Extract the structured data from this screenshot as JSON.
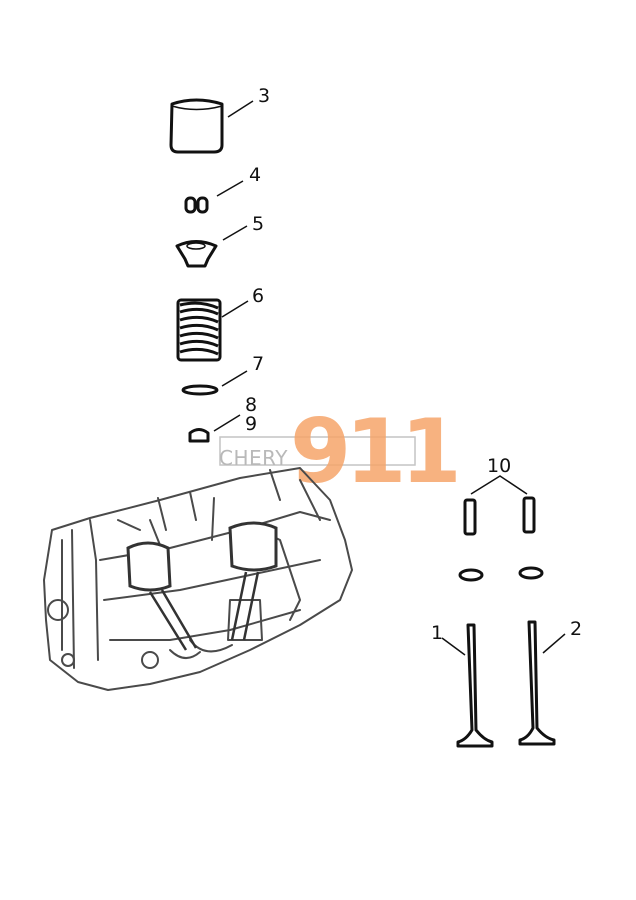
{
  "watermark": {
    "brand": "CHERY",
    "number": "911"
  },
  "callouts": {
    "c1": "1",
    "c2": "2",
    "c3": "3",
    "c4": "4",
    "c5": "5",
    "c6": "6",
    "c7": "7",
    "c8": "8",
    "c9": "9",
    "c10": "10"
  },
  "colors": {
    "line": "#111111",
    "watermark_text": "#b9b9b9",
    "watermark_number": "#f6a56a"
  }
}
